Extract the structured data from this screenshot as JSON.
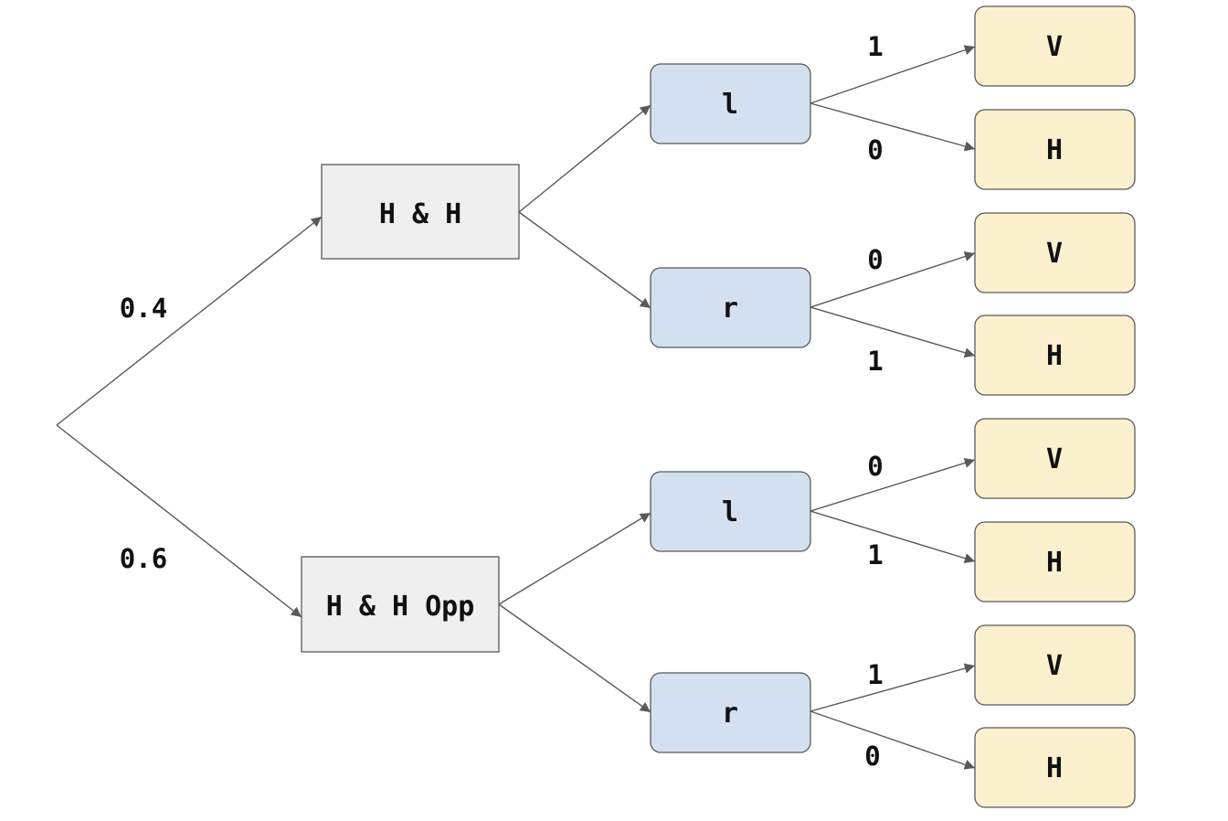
{
  "tree": {
    "level1": [
      {
        "label": "H & H",
        "prob": "0.4"
      },
      {
        "label": "H & H Opp",
        "prob": "0.6"
      }
    ],
    "level2": [
      {
        "label": "l"
      },
      {
        "label": "r"
      },
      {
        "label": "l"
      },
      {
        "label": "r"
      }
    ],
    "level3": [
      {
        "label": "V",
        "prob": "1"
      },
      {
        "label": "H",
        "prob": "0"
      },
      {
        "label": "V",
        "prob": "0"
      },
      {
        "label": "H",
        "prob": "1"
      },
      {
        "label": "V",
        "prob": "0"
      },
      {
        "label": "H",
        "prob": "1"
      },
      {
        "label": "V",
        "prob": "1"
      },
      {
        "label": "H",
        "prob": "0"
      }
    ]
  },
  "colors": {
    "level1_fill": "#efefef",
    "level2_fill": "#d3e0ef",
    "level3_fill": "#fcf1cf",
    "stroke": "#595959"
  }
}
